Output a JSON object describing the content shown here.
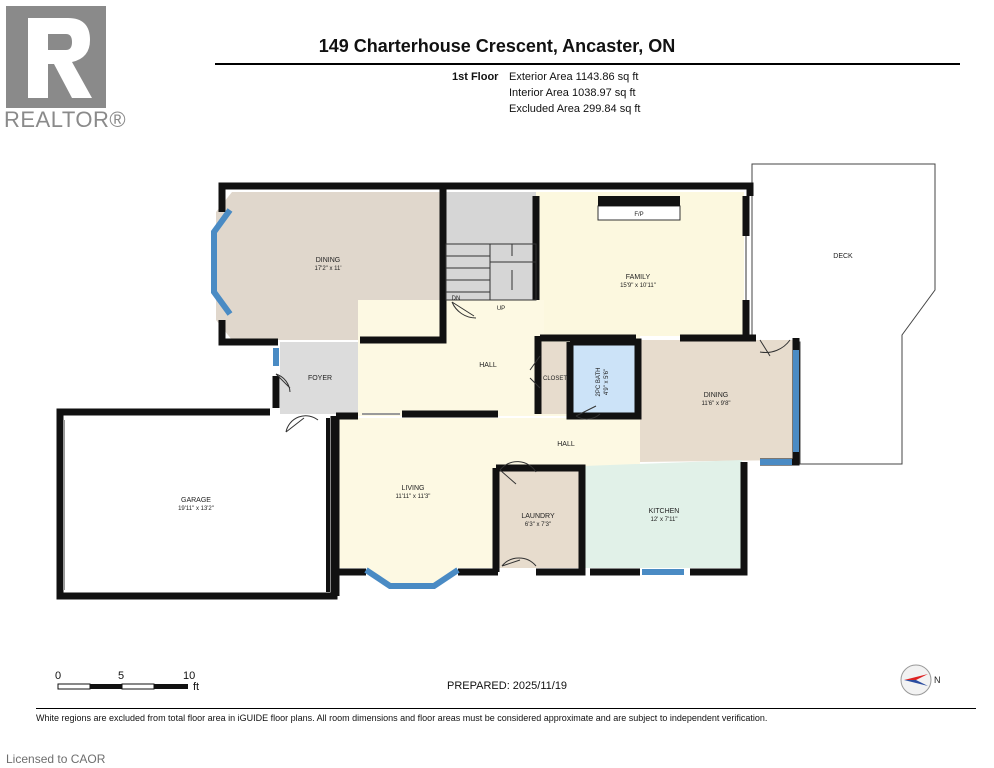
{
  "logo": {
    "brand_text": "REALTOR®",
    "icon": "realtor-r-logo"
  },
  "header": {
    "title": "149 Charterhouse Crescent, Ancaster, ON"
  },
  "areas": {
    "floor": "1st Floor",
    "exterior": "Exterior Area 1143.86 sq ft",
    "interior": "Interior Area 1038.97 sq ft",
    "excluded": "Excluded Area 299.84 sq ft"
  },
  "rooms": {
    "dining_top": {
      "name": "DINING",
      "dim": "17'2\" x 11'"
    },
    "family": {
      "name": "FAMILY",
      "dim": "15'9\" x 10'11\""
    },
    "fp": {
      "name": "F/P"
    },
    "deck": {
      "name": "DECK"
    },
    "stairs_dn": {
      "name": "DN"
    },
    "stairs_up": {
      "name": "UP"
    },
    "foyer": {
      "name": "FOYER"
    },
    "hall_upper": {
      "name": "HALL"
    },
    "closet": {
      "name": "CLOSET"
    },
    "bath": {
      "name": "2PC BATH",
      "dim": "4'9\" x 5'6\""
    },
    "dining_right": {
      "name": "DINING",
      "dim": "11'6\" x 9'8\""
    },
    "hall_lower": {
      "name": "HALL"
    },
    "garage": {
      "name": "GARAGE",
      "dim": "19'11\" x 13'2\""
    },
    "living": {
      "name": "LIVING",
      "dim": "11'11\" x 11'3\""
    },
    "laundry": {
      "name": "LAUNDRY",
      "dim": "6'3\" x 7'3\""
    },
    "kitchen": {
      "name": "KITCHEN",
      "dim": "12' x 7'11\""
    }
  },
  "scale": {
    "t0": "0",
    "t5": "5",
    "t10": "10",
    "unit": "ft"
  },
  "prepared": "PREPARED:  2025/11/19",
  "compass": {
    "label": "N",
    "icon": "compass-icon"
  },
  "disclaimer": "White regions are excluded from total floor area in iGUIDE floor plans. All room dimensions and floor areas must be considered approximate and are subject to independent verification.",
  "license": "Licensed to CAOR",
  "colors": {
    "dining": "#e0d7cc",
    "family": "#fcf8df",
    "hall": "#fdf9e3",
    "foyer": "#dcdcdc",
    "stairs": "#d6d6d6",
    "closet": "#e7dccd",
    "bath": "#cce3f8",
    "laundry": "#e7dccd",
    "kitchen": "#e1f1e8",
    "window": "#4a8bc4",
    "wall": "#111111"
  }
}
